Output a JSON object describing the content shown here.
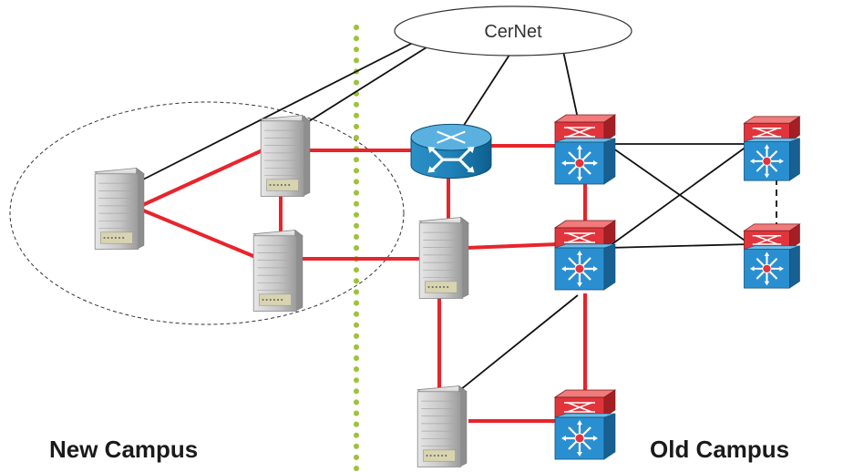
{
  "cloud": {
    "label": "CerNet"
  },
  "campus_labels": {
    "new": "New Campus",
    "old": "Old Campus"
  },
  "colors": {
    "red_link": "#e8242c",
    "black_link": "#111111",
    "divider": "#9dc23b",
    "router_blue": "#1f82b8",
    "switch_red": "#e0353c",
    "switch_blue": "#2a8fd0",
    "chassis_gray": "#c9c9c9"
  },
  "icons": {
    "core_router": "router-icon",
    "l3_switch": "multilayer-switch-icon",
    "chassis_switch": "chassis-switch-icon"
  }
}
